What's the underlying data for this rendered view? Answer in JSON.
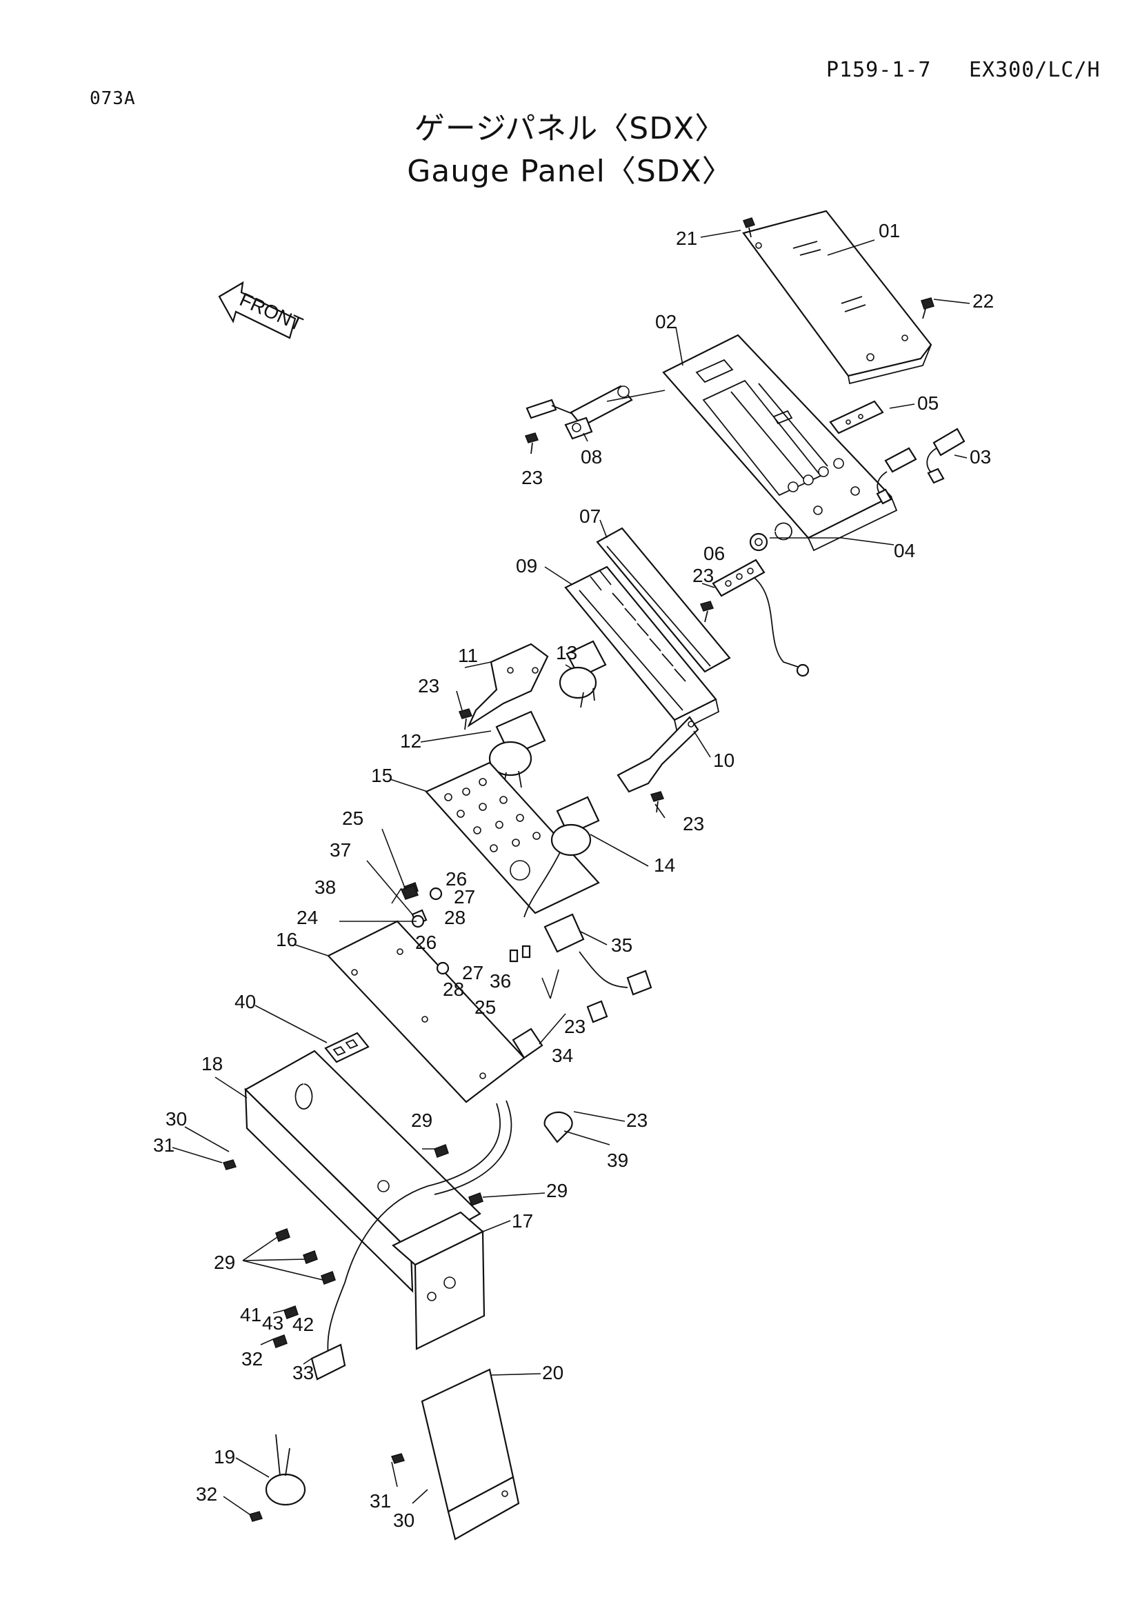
{
  "header": {
    "code": "073A",
    "page_ref": "P159-1-7",
    "model": "EX300/LC/H"
  },
  "title": {
    "japanese": "ゲージパネル〈SDX〉",
    "english": "Gauge Panel〈SDX〉"
  },
  "front_label": "FRONT",
  "callouts": {
    "c01": "01",
    "c02": "02",
    "c03": "03",
    "c04": "04",
    "c05": "05",
    "c06": "06",
    "c07": "07",
    "c08": "08",
    "c09": "09",
    "c10": "10",
    "c11": "11",
    "c12": "12",
    "c13": "13",
    "c14": "14",
    "c15": "15",
    "c16": "16",
    "c17": "17",
    "c18": "18",
    "c19": "19",
    "c20": "20",
    "c21": "21",
    "c22": "22",
    "c23a": "23",
    "c23b": "23",
    "c23c": "23",
    "c23d": "23",
    "c23e": "23",
    "c23f": "23",
    "c24": "24",
    "c25a": "25",
    "c25b": "25",
    "c26a": "26",
    "c26b": "26",
    "c27a": "27",
    "c27b": "27",
    "c28a": "28",
    "c28b": "28",
    "c29a": "29",
    "c29b": "29",
    "c29c": "29",
    "c30a": "30",
    "c30b": "30",
    "c31a": "31",
    "c31b": "31",
    "c32a": "32",
    "c32b": "32",
    "c33": "33",
    "c34": "34",
    "c35": "35",
    "c36": "36",
    "c37": "37",
    "c38": "38",
    "c39": "39",
    "c40": "40",
    "c41": "41",
    "c42": "42",
    "c43": "43"
  }
}
